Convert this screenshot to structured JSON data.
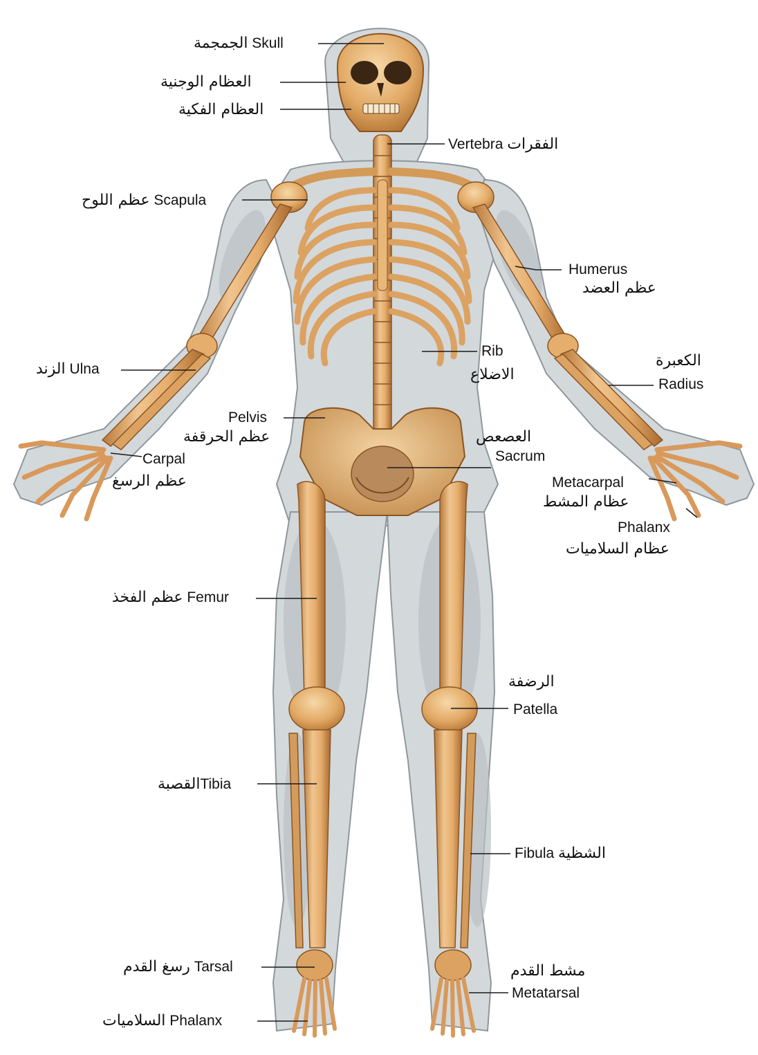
{
  "colors": {
    "bone": "#e0a867",
    "bone_light": "#f3cf9d",
    "bone_dark": "#a96b33",
    "body_fill": "#d6dadd",
    "body_outline": "#9aa1a6",
    "muscle": "#bfc5c9",
    "leader_line": "#1a1a1a",
    "text": "#111111"
  },
  "labels": {
    "skull": {
      "en": "Skull",
      "ar": "الجمجمة"
    },
    "zygomatic": {
      "ar": "العظام الوجنية"
    },
    "mandible": {
      "ar": "العظام الفكية"
    },
    "vertebra": {
      "en": "Vertebra",
      "ar": "الفقرات"
    },
    "scapula": {
      "en": "Scapula",
      "ar": "عظم اللوح"
    },
    "humerus": {
      "en": "Humerus",
      "ar": "عظم العضد"
    },
    "ulna": {
      "en": "Ulna",
      "ar": "الزند"
    },
    "rib": {
      "en": "Rib",
      "ar": "الاضلاع"
    },
    "radius": {
      "en": "Radius",
      "ar": "الكعبرة"
    },
    "pelvis": {
      "en": "Pelvis",
      "ar": "عظم الحرقفة"
    },
    "sacrum": {
      "en": "Sacrum",
      "ar": "العصعص"
    },
    "carpal": {
      "en": "Carpal",
      "ar": "عظم الرسغ"
    },
    "metacarpal": {
      "en": "Metacarpal",
      "ar": "عظام المشط"
    },
    "phalanx_hand": {
      "en": "Phalanx",
      "ar": "عظام السلاميات"
    },
    "femur": {
      "en": "Femur",
      "ar": "عظم الفخذ"
    },
    "patella": {
      "en": "Patella",
      "ar": "الرضفة"
    },
    "tibia": {
      "en": "Tibia",
      "ar": "القصبة"
    },
    "fibula": {
      "en": "Fibula",
      "ar": "الشظية"
    },
    "tarsal": {
      "en": "Tarsal",
      "ar": "رسغ القدم"
    },
    "metatarsal": {
      "en": "Metatarsal",
      "ar": "مشط القدم"
    },
    "phalanx_foot": {
      "en": "Phalanx",
      "ar": "السلاميات"
    }
  }
}
